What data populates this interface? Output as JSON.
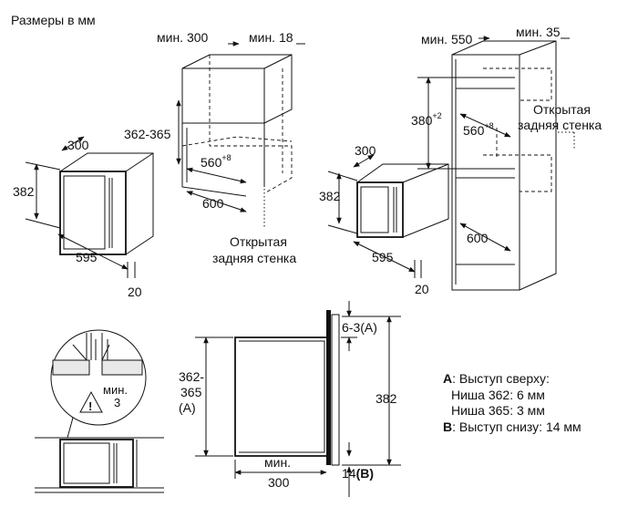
{
  "title": "Размеры в мм",
  "top_left": {
    "oven_height": "382",
    "oven_depth": "300",
    "oven_width": "595",
    "front_offset": "20",
    "niche_min_depth": "мин. 300",
    "niche_min_top": "мин. 18",
    "niche_height": "362-365",
    "niche_width": "560",
    "niche_width_tol": "+8",
    "niche_depth": "600",
    "open_back_line1": "Открытая",
    "open_back_line2": "задняя стенка"
  },
  "top_right": {
    "oven_height": "382",
    "oven_depth": "300",
    "oven_width": "595",
    "front_offset": "20",
    "cabinet_min_depth": "мин. 550",
    "cabinet_min_top": "мин. 35",
    "niche_height": "380",
    "niche_height_tol": "+2",
    "niche_width": "560",
    "niche_width_tol": "+8",
    "niche_depth": "600",
    "open_back_line1": "Открытая",
    "open_back_line2": "задняя стенка"
  },
  "warning_detail": {
    "min_label": "мин.",
    "min_value": "3"
  },
  "section": {
    "niche_height_line1": "362-",
    "niche_height_line2": "365",
    "niche_height_ref": "(A)",
    "top_protrusion": "6-3",
    "top_protrusion_ref": "(A)",
    "total_height": "382",
    "min_depth_line1": "мин.",
    "min_depth_line2": "300",
    "bottom_protrusion": "14",
    "bottom_protrusion_ref": "(B)"
  },
  "legend": {
    "a_key": "A",
    "a_text": ": Выступ сверху:",
    "a_line2": "Ниша 362: 6 мм",
    "a_line3": "Ниша 365: 3 мм",
    "b_key": "B",
    "b_text": ": Выступ снизу: 14 мм"
  }
}
